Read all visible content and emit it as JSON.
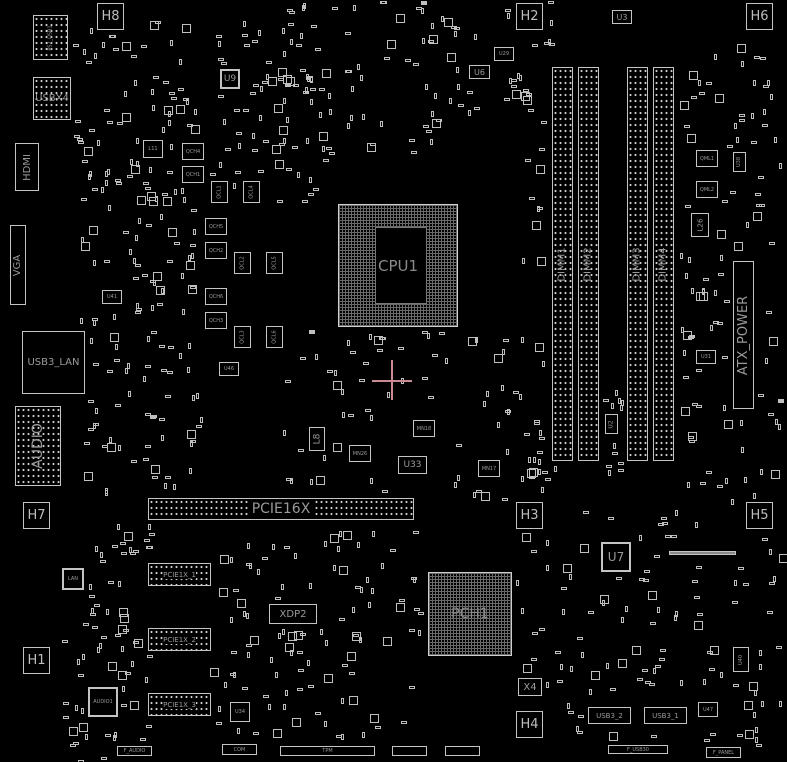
{
  "board": {
    "holes": {
      "h8": "H8",
      "h2": "H2",
      "h6": "H6",
      "h7": "H7",
      "h3": "H3",
      "h5": "H5",
      "h1": "H1",
      "h4": "H4"
    },
    "connectors": {
      "ps2_usb1": "PS2_USB1",
      "usbx4": "USBX4",
      "hdmi": "HDMI",
      "vga": "VGA",
      "usb3_lan": "USB3_LAN",
      "audio": "AUDIO",
      "dimm1": "DIMM1",
      "dimm2": "DIMM2",
      "dimm3": "DIMM3",
      "dimm4": "DIMM4",
      "atx_power": "ATX_POWER",
      "pcie16x": "PCIE16X",
      "pcie1x_1": "PCIE1X_1",
      "pcie1x_2": "PCIE1X_2",
      "pcie1x_3": "PCIE1X_3",
      "f_audio": "F_AUDIO",
      "com": "COM",
      "tpm": "TPM",
      "xdp2": "XDP2",
      "usb3_2": "USB3_2",
      "usb3_1": "USB3_1",
      "f_usb30": "F_USB30",
      "f_panel": "F_PANEL"
    },
    "chips": {
      "cpu1": "CPU1",
      "pch1": "PCH1",
      "u9": "U9",
      "u3": "U3",
      "u29": "U29",
      "u6": "U6",
      "u7": "U7",
      "u33": "U33",
      "u34": "U34",
      "u41": "U41",
      "u46": "U46",
      "u31": "U31",
      "u2": "U2",
      "u38": "U38",
      "u47": "U47",
      "u40": "U40",
      "lan": "LAN",
      "audio1": "AUDIO1",
      "l11": "L11",
      "l8": "L8",
      "l26": "L26",
      "x4": "X4",
      "qch4": "QCH4",
      "qch1": "QCH1",
      "qcl1": "QCL1",
      "qcl4": "QCL4",
      "qch5": "QCH5",
      "qch2": "QCH2",
      "qcl2": "QCL2",
      "qcl5": "QCL5",
      "qch6": "QCH6",
      "qch3": "QCH3",
      "qcl3": "QCL3",
      "qcl6": "QCL6",
      "qml1": "QML1",
      "qml2": "QML2",
      "mn26": "MN26",
      "mn18": "MN18",
      "mn17": "MN17"
    },
    "colors": {
      "background": "#000000",
      "outline": "#c4c4c4",
      "cursor": "#c98a94"
    }
  }
}
